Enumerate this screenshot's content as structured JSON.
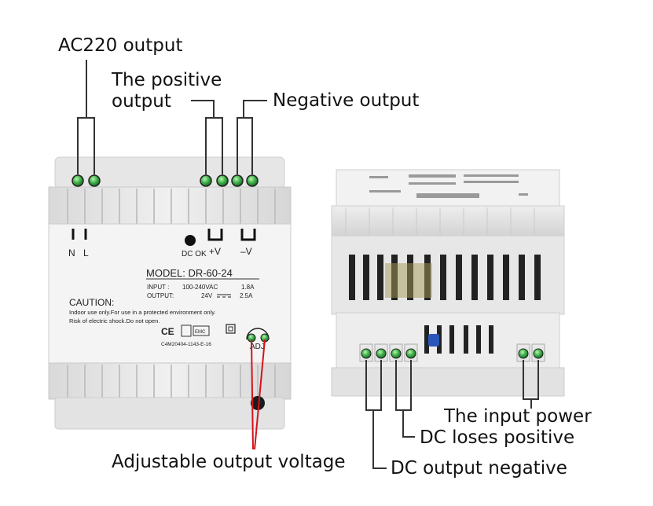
{
  "callouts": {
    "ac220_output": "AC220 output",
    "positive_output": "The positive output",
    "positive_line1": "The positive",
    "positive_line2": "output",
    "negative_output": "Negative output",
    "adjustable_voltage": "Adjustable output voltage",
    "input_power": "The input power",
    "dc_loses_positive": "DC loses positive",
    "dc_output_negative": "DC output negative"
  },
  "front_module": {
    "terminal_n": "N",
    "terminal_l": "L",
    "dc_ok": "DC OK",
    "plus_v": "+V",
    "minus_v": "–V",
    "model": "MODEL: DR-60-24",
    "input_label": "INPUT :",
    "input_value": "100-240VAC",
    "input_current": "1.8A",
    "output_label": "OUTPUT:",
    "output_value": "24V",
    "output_current": "2.5A",
    "caution_title": "CAUTION:",
    "caution_line1": "Indoor use only.For use in a protected environment only.",
    "caution_line2": "Risk of electric shock.Do not open.",
    "ce_mark": "CE",
    "emc_mark": "EMC",
    "code": "C4M20404-1143-E-16",
    "adj": "ADJ"
  },
  "colors": {
    "housing": "#e9e9e9",
    "housing_shadow": "#c8c8c8",
    "terminal_green": "#3fb14a",
    "callout_line": "#333333",
    "adjust_arrow": "#d4141c"
  }
}
